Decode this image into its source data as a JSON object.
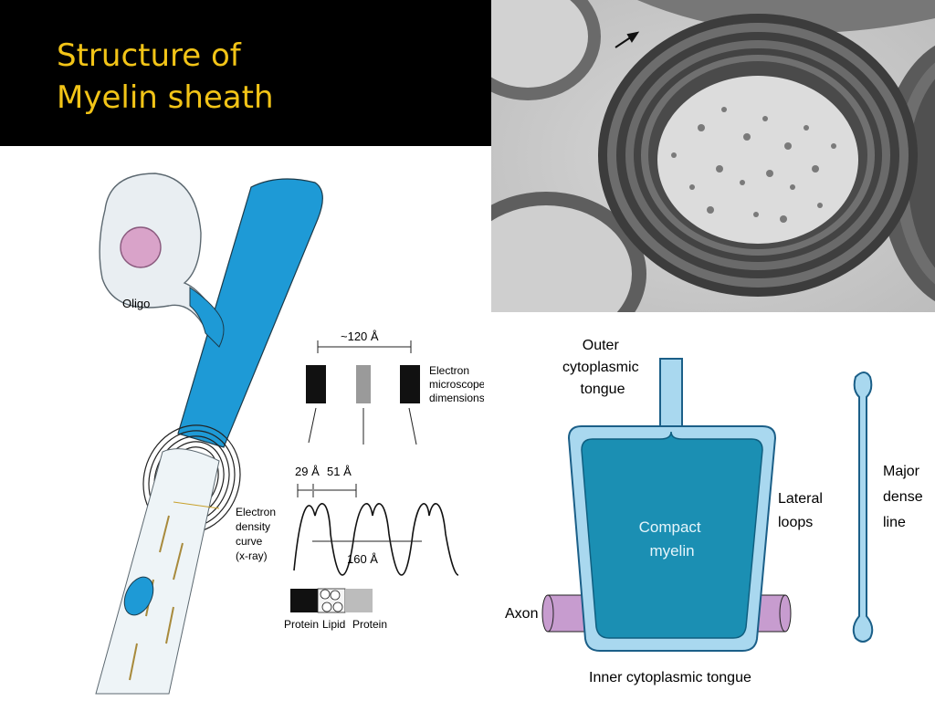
{
  "slide": {
    "title_lines": [
      "Structure of",
      "Myelin sheath"
    ],
    "title_color": "#f2c417",
    "title_bg": "#000000"
  },
  "left_diagram": {
    "cell_label": "Oligo",
    "dimension_120": "~120 Å",
    "em_label": [
      "Electron",
      "microscope",
      "dimensions"
    ],
    "dim_29": "29 Å",
    "dim_51": "51 Å",
    "dim_160": "160 Å",
    "density_label": [
      "Electron",
      "density",
      "curve",
      "(x-ray)"
    ],
    "legend": [
      "Protein",
      "Lipid",
      "Protein"
    ],
    "sheath_color": "#1e9ad6",
    "nucleus_color": "#d9a3c9"
  },
  "right_diagram": {
    "outer_tongue": [
      "Outer",
      "cytoplasmic",
      "tongue"
    ],
    "lateral_loops": [
      "Lateral",
      "loops"
    ],
    "major_dense": [
      "Major",
      "dense",
      "line"
    ],
    "compact_myelin": [
      "Compact",
      "myelin"
    ],
    "axon": "Axon",
    "inner_tongue": "Inner cytoplasmic tongue",
    "compact_color": "#1b8fb3",
    "cytoplasm_color": "#a9d8ef",
    "axon_color": "#c79ccf"
  }
}
